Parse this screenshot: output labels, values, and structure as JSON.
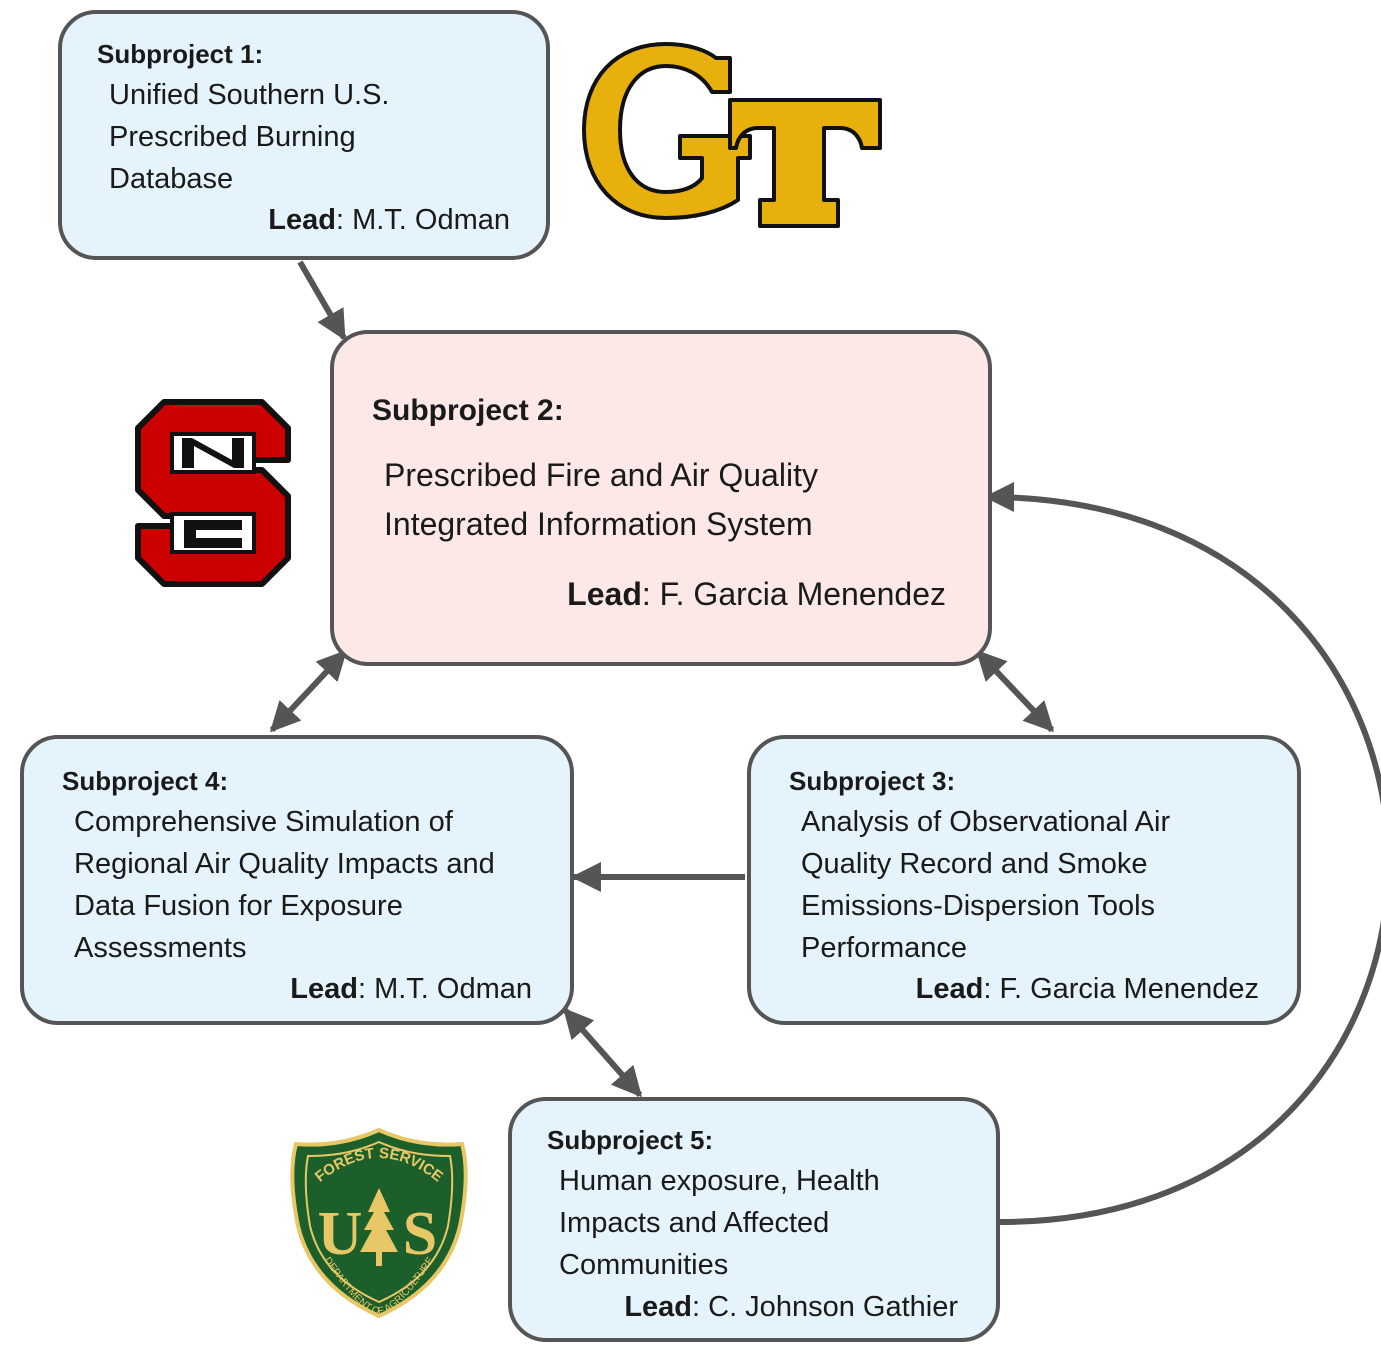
{
  "subprojects": {
    "sp1": {
      "title": "Subproject 1:",
      "lines": [
        "Unified Southern U.S.",
        "Prescribed Burning",
        "Database"
      ],
      "lead_label": "Lead",
      "lead_name": ": M.T. Odman"
    },
    "sp2": {
      "title": "Subproject 2:",
      "lines": [
        "Prescribed Fire and Air Quality",
        "Integrated Information System"
      ],
      "lead_label": "Lead",
      "lead_name": ": F. Garcia Menendez"
    },
    "sp3": {
      "title": "Subproject 3:",
      "lines": [
        "Analysis of Observational Air",
        "Quality Record and Smoke",
        "Emissions-Dispersion Tools",
        "Performance"
      ],
      "lead_label": "Lead",
      "lead_name": ": F. Garcia Menendez"
    },
    "sp4": {
      "title": "Subproject 4:",
      "lines": [
        "Comprehensive Simulation of",
        "Regional Air Quality Impacts and",
        "Data Fusion for Exposure",
        "Assessments"
      ],
      "lead_label": "Lead",
      "lead_name": ": M.T. Odman"
    },
    "sp5": {
      "title": "Subproject 5:",
      "lines": [
        "Human exposure, Health",
        "Impacts and Affected",
        "Communities"
      ],
      "lead_label": "Lead",
      "lead_name": ": C. Johnson Gathier"
    }
  },
  "connections": [
    {
      "from": "sp1",
      "to": "sp2",
      "direction": "one-way"
    },
    {
      "from": "sp2",
      "to": "sp4",
      "direction": "two-way"
    },
    {
      "from": "sp2",
      "to": "sp3",
      "direction": "two-way"
    },
    {
      "from": "sp3",
      "to": "sp4",
      "direction": "one-way"
    },
    {
      "from": "sp4",
      "to": "sp5",
      "direction": "two-way"
    },
    {
      "from": "sp5",
      "to": "sp2",
      "direction": "one-way"
    }
  ],
  "logos": {
    "gt": {
      "text": "GT",
      "color": "#e7b00d"
    },
    "ncstate": {
      "text": "NC",
      "color": "#cc0000"
    },
    "usfs": {
      "top_text": "FOREST SERVICE",
      "center_text": "US",
      "bottom_text": "DEPARTMENT OF AGRICULTURE",
      "color": "#1d5f2a",
      "accent": "#e8c766"
    }
  },
  "colors": {
    "box_blue": "#e5f3fd",
    "box_pink": "#fde8e8",
    "stroke": "#555555"
  }
}
